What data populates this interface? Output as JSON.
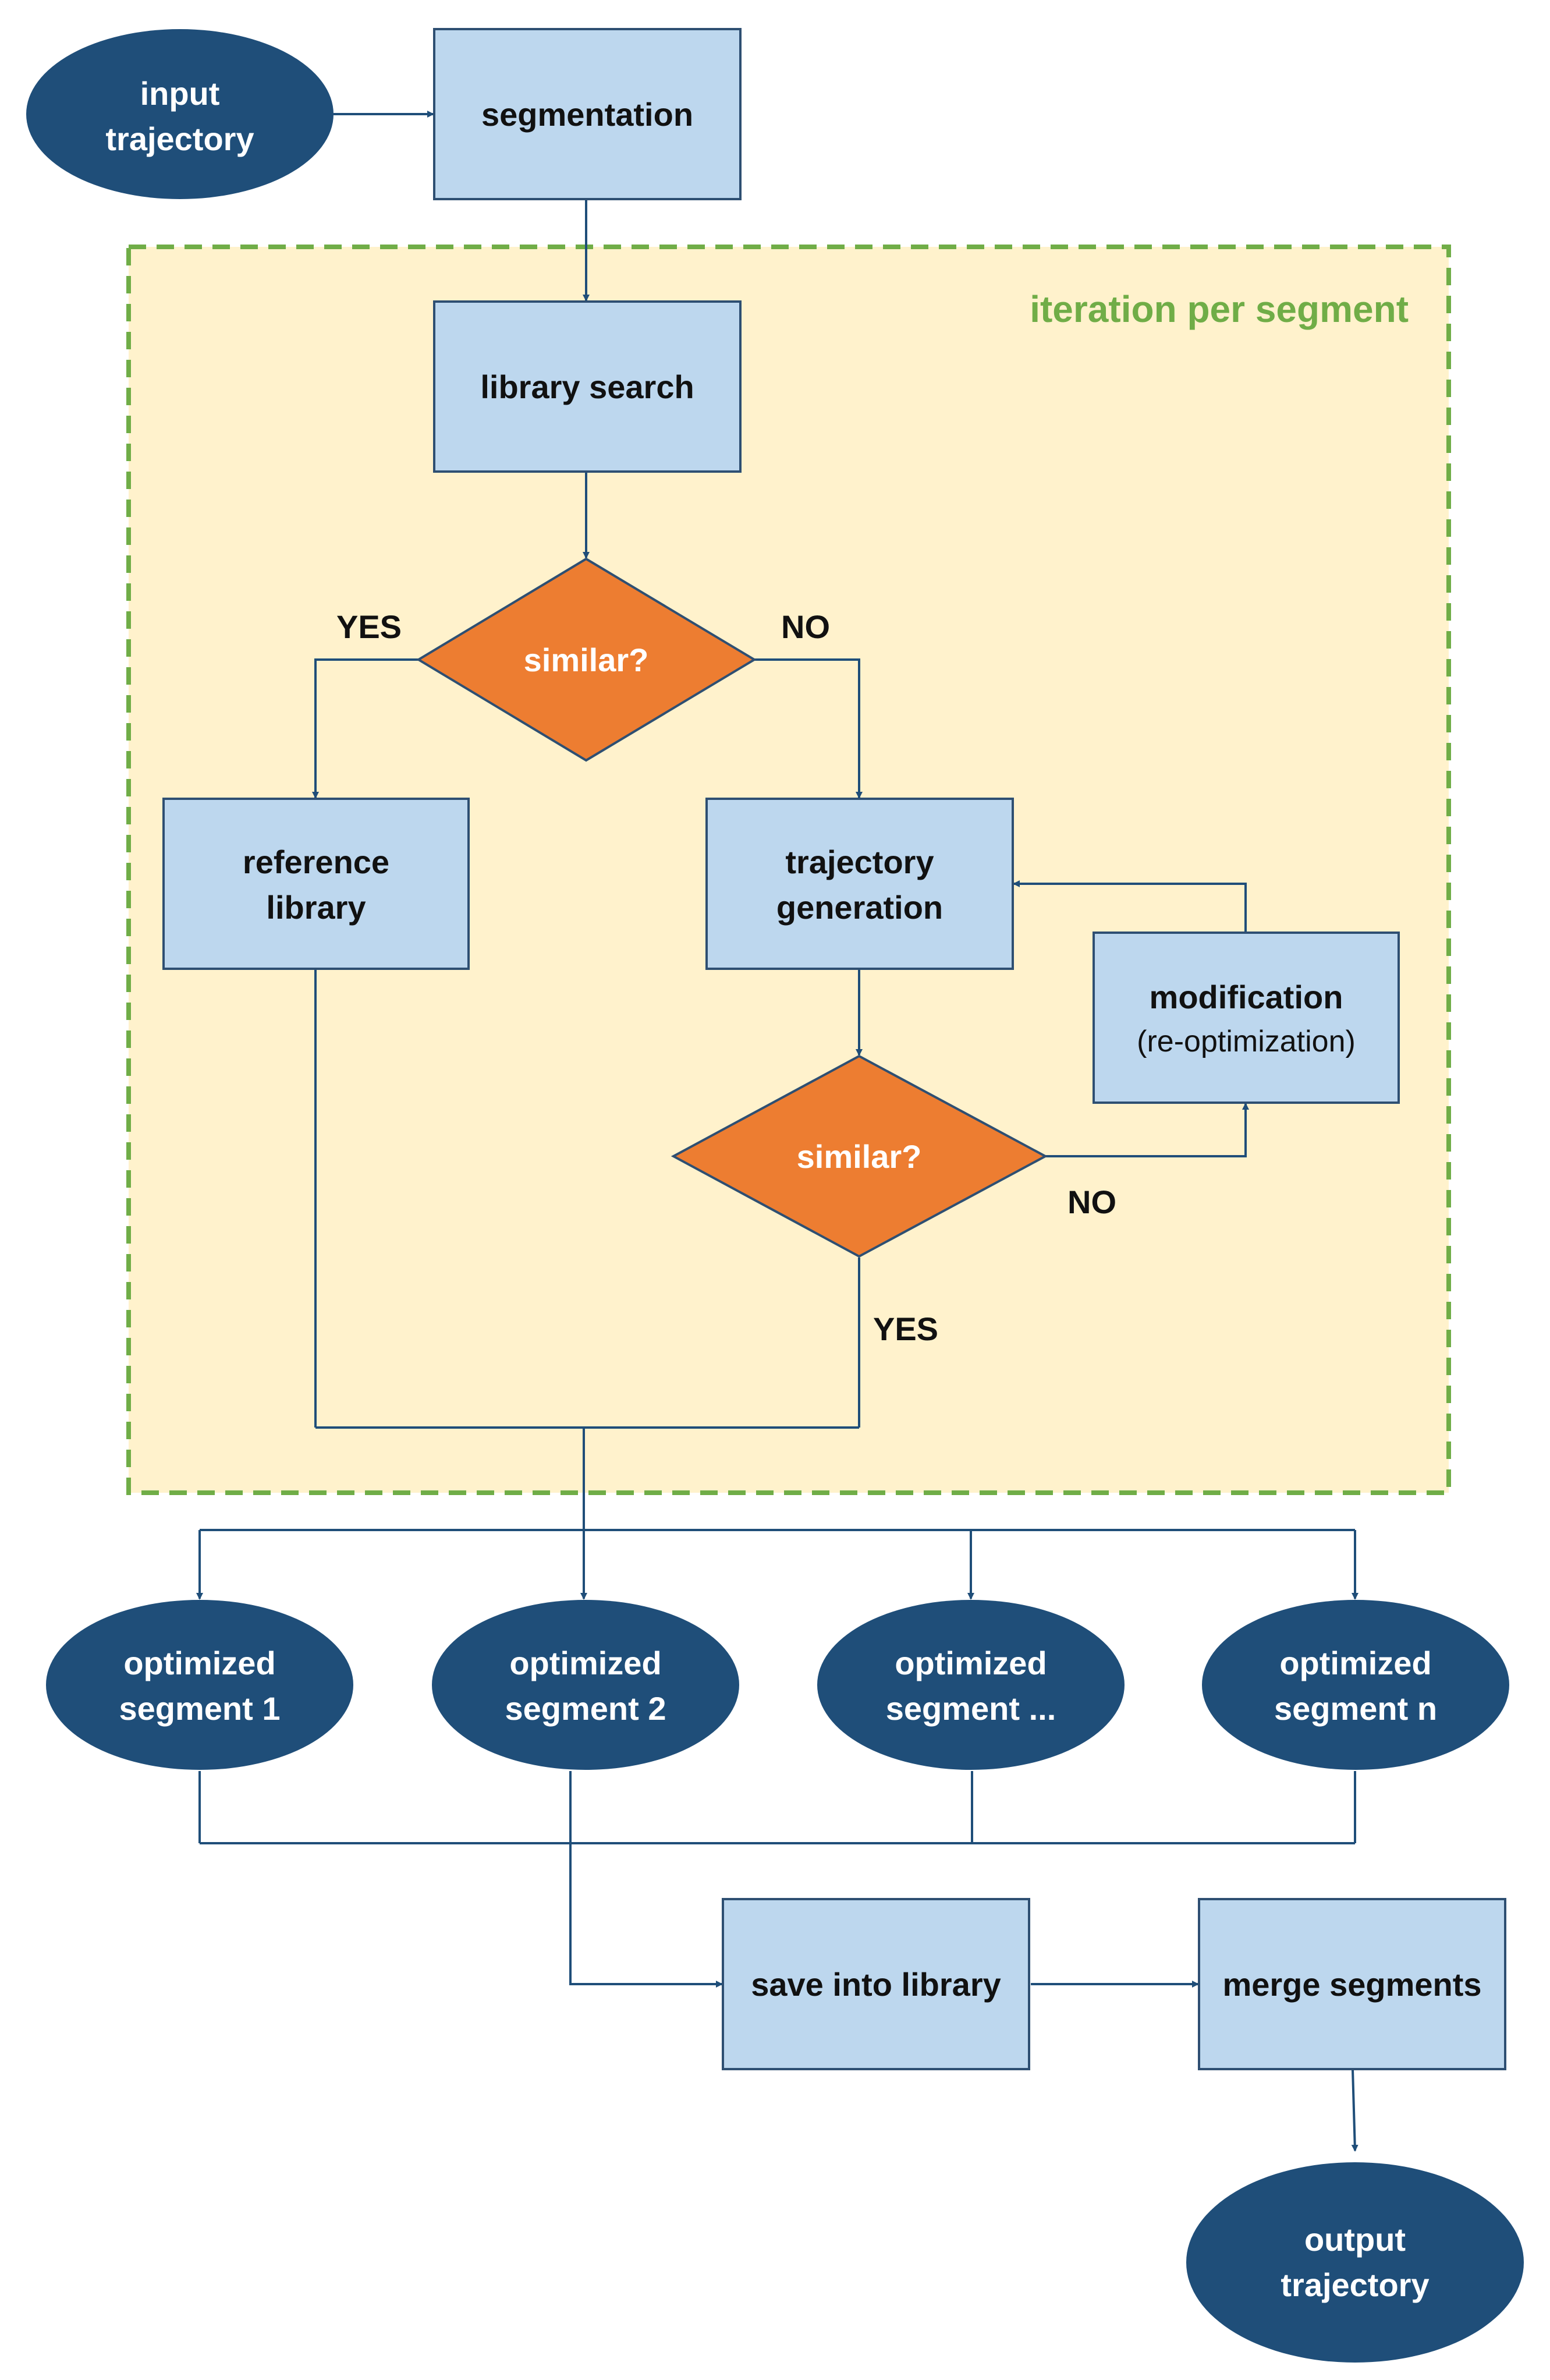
{
  "colors": {
    "box_fill": "#bdd7ee",
    "box_stroke": "#2e4f72",
    "oval_fill": "#1f4e79",
    "diamond_fill": "#ed7d31",
    "group_fill": "#fff2cc",
    "group_stroke": "#70ad47",
    "line": "#1f4e79"
  },
  "group": {
    "label": "iteration per segment"
  },
  "nodes": {
    "input_trajectory": {
      "line1": "input",
      "line2": "trajectory"
    },
    "segmentation": {
      "label": "segmentation"
    },
    "library_search": {
      "label": "library search"
    },
    "decision_1": {
      "label": "similar?"
    },
    "reference_library": {
      "line1": "reference",
      "line2": "library"
    },
    "trajectory_generation": {
      "line1": "trajectory",
      "line2": "generation"
    },
    "modification": {
      "line1": "modification",
      "line2": "(re-optimization)"
    },
    "decision_2": {
      "label": "similar?"
    },
    "optimized_segments": [
      {
        "line1": "optimized",
        "line2": "segment 1"
      },
      {
        "line1": "optimized",
        "line2": "segment 2"
      },
      {
        "line1": "optimized",
        "line2": "segment ..."
      },
      {
        "line1": "optimized",
        "line2": "segment n"
      }
    ],
    "save_into_library": {
      "label": "save into library"
    },
    "merge_segments": {
      "label": "merge segments"
    },
    "output_trajectory": {
      "line1": "output",
      "line2": "trajectory"
    }
  },
  "edges": {
    "decision_1_yes": "YES",
    "decision_1_no": "NO",
    "decision_2_no": "NO",
    "decision_2_yes": "YES"
  }
}
